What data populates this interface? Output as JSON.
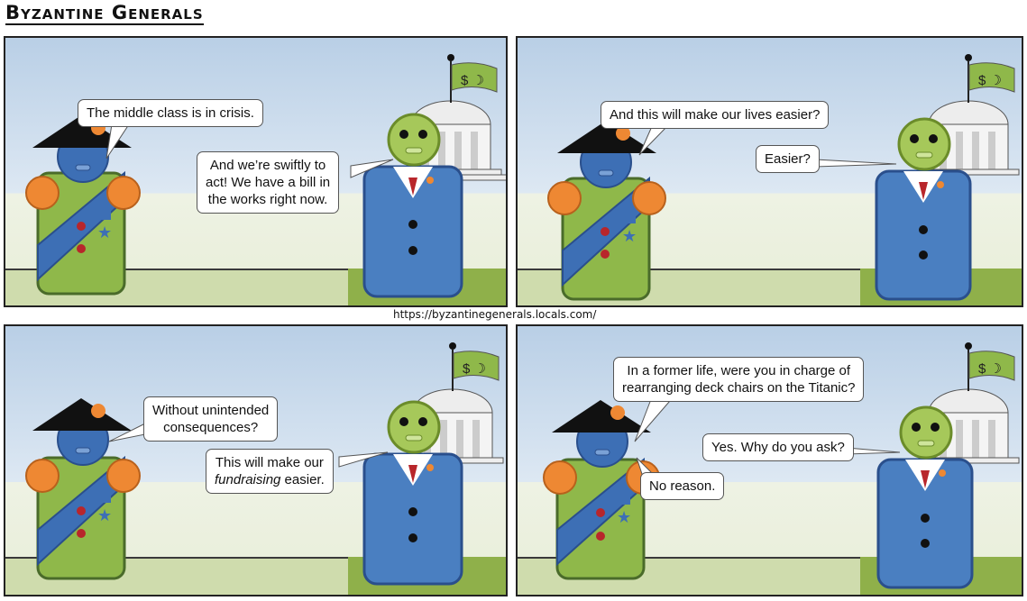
{
  "comic": {
    "title": "Byzantine Generals",
    "url": "https://byzantinegenerals.locals.com/"
  },
  "panels": [
    {
      "general_line": "The middle class is in crisis.",
      "politician_line_1": "And we’re swiftly to",
      "politician_line_2": "act! We have a bill in",
      "politician_line_3": "the works right now."
    },
    {
      "general_line": "And this will make our lives easier?",
      "politician_line": "Easier?"
    },
    {
      "general_line_1": "Without unintended",
      "general_line_2": "consequences?",
      "politician_pre": "This will make our",
      "politician_em": "fundraising",
      "politician_post": " easier."
    },
    {
      "general_line_1": "In a former life, were you in charge of",
      "general_line_2": "rearranging deck chairs on the Titanic?",
      "politician_line": "Yes. Why do you ask?",
      "general_reply": "No reason."
    }
  ],
  "flag_symbol": "$ ☽",
  "colors": {
    "general_body": "#8fb84a",
    "general_face": "#3d6fb5",
    "sash": "#3d6fb5",
    "epaulette": "#ee8833",
    "suit": "#4a7fc1",
    "politician_face": "#a6c85a",
    "tie": "#b8262b",
    "flag": "#8fb84a"
  }
}
